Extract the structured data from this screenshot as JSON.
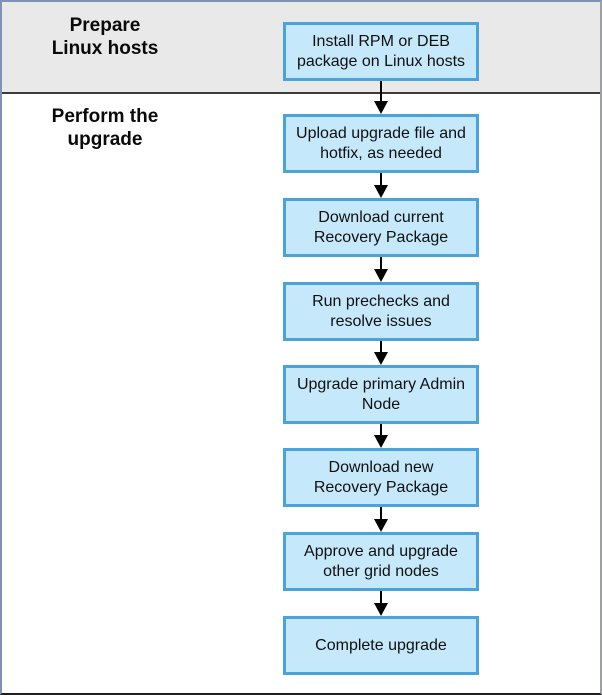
{
  "sections": [
    {
      "label": "Prepare\nLinux hosts"
    },
    {
      "label": "Perform the\nupgrade"
    }
  ],
  "steps": [
    {
      "label": "Install RPM or DEB\npackage on Linux hosts"
    },
    {
      "label": "Upload upgrade file and\nhotfix, as needed"
    },
    {
      "label": "Download current\nRecovery Package"
    },
    {
      "label": "Run prechecks and\nresolve issues"
    },
    {
      "label": "Upgrade primary Admin\nNode"
    },
    {
      "label": "Download new\nRecovery Package"
    },
    {
      "label": "Approve and upgrade\nother grid nodes"
    },
    {
      "label": "Complete upgrade"
    }
  ],
  "colors": {
    "section_background": "#e9e9e9",
    "box_fill": "#c5e8fa",
    "box_border": "#4aa3dd",
    "arrow": "#000000",
    "divider": "#3c3c3c"
  }
}
